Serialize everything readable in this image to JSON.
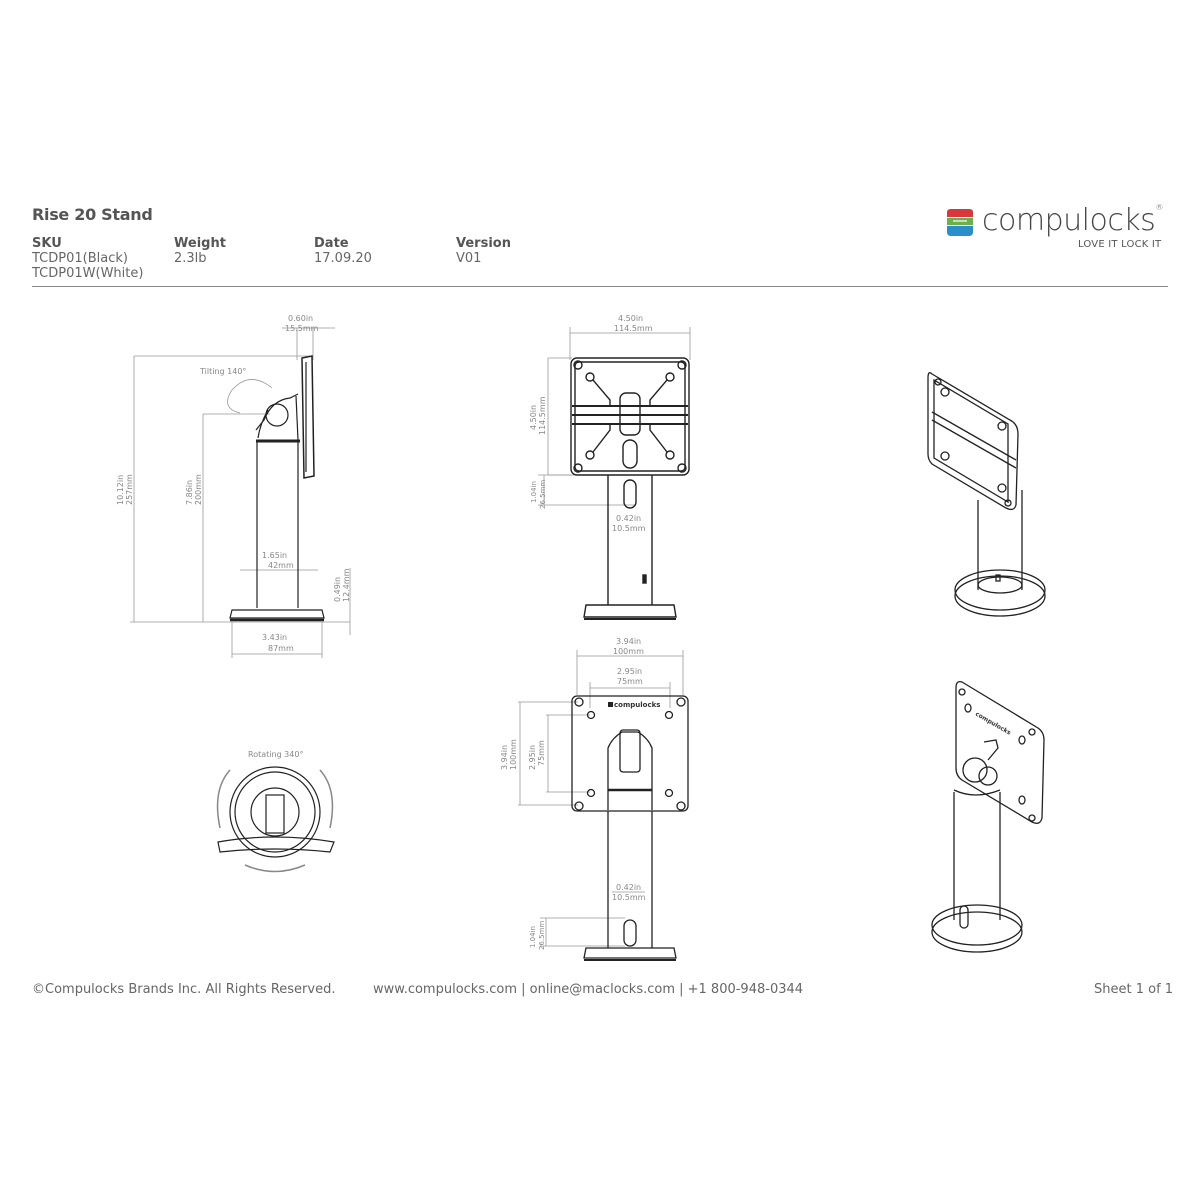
{
  "header": {
    "title": "Rise 20 Stand",
    "columns": [
      {
        "label": "SKU",
        "values": [
          "TCDP01(Black)",
          "TCDP01W(White)"
        ]
      },
      {
        "label": "Weight",
        "values": [
          "2.3lb"
        ]
      },
      {
        "label": "Date",
        "values": [
          "17.09.20"
        ]
      },
      {
        "label": "Version",
        "values": [
          "V01"
        ]
      }
    ]
  },
  "logo": {
    "name": "compulocks",
    "registered": "®",
    "tagline": "LOVE IT LOCK IT",
    "colors": [
      "#d9383a",
      "#6ab04c",
      "#2a8fc9"
    ]
  },
  "views": {
    "side": {
      "tilt_label": "Tilting 140°",
      "plate_depth": {
        "in": "0.60in",
        "mm": "15.5mm"
      },
      "total_height": {
        "in": "10.12in",
        "mm": "257mm"
      },
      "pivot_height": {
        "in": "7.86in",
        "mm": "200mm"
      },
      "pole_diameter": {
        "in": "1.65in",
        "mm": "42mm"
      },
      "base_height": {
        "in": "0.49in",
        "mm": "12.4mm"
      },
      "base_diameter": {
        "in": "3.43in",
        "mm": "87mm"
      }
    },
    "back": {
      "plate_width": {
        "in": "4.50in",
        "mm": "114.5mm"
      },
      "plate_height": {
        "in": "4.50in",
        "mm": "114.5mm"
      },
      "slot_height": {
        "in": "1.04in",
        "mm": "26.5mm"
      },
      "slot_width": {
        "in": "0.42in",
        "mm": "10.5mm"
      }
    },
    "top": {
      "rotate_label": "Rotating 340°"
    },
    "front": {
      "vesa100_w": {
        "in": "3.94in",
        "mm": "100mm"
      },
      "vesa75_w": {
        "in": "2.95in",
        "mm": "75mm"
      },
      "vesa100_h": {
        "in": "3.94in",
        "mm": "100mm"
      },
      "vesa75_h": {
        "in": "2.95in",
        "mm": "75mm"
      },
      "plate_brand": "compulocks",
      "slot_width": {
        "in": "0.42in",
        "mm": "10.5mm"
      },
      "slot_height": {
        "in": "1.04in",
        "mm": "26.5mm"
      }
    }
  },
  "footer": {
    "copyright": "©Compulocks Brands Inc. All Rights Reserved.",
    "contact": "www.compulocks.com | online@maclocks.com | +1 800-948-0344",
    "sheet": "Sheet 1 of 1"
  }
}
